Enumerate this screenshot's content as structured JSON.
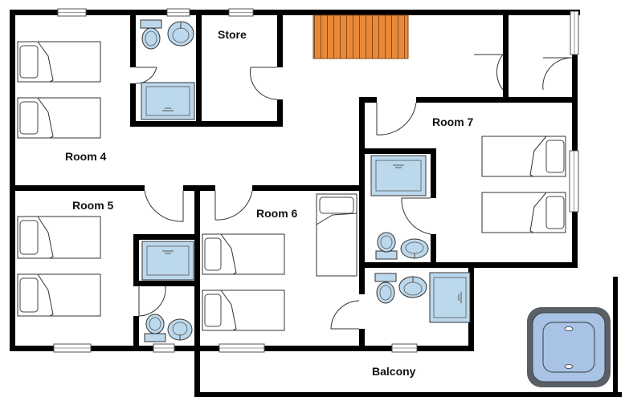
{
  "rooms": {
    "room4": "Room 4",
    "room5": "Room 5",
    "room6": "Room 6",
    "room7": "Room 7",
    "store": "Store",
    "balcony": "Balcony"
  },
  "colors": {
    "wall": "#000000",
    "fixture_fill": "#bcd8ec",
    "stairs": "#e8893a",
    "hot_tub_water": "#a9c3e6",
    "hot_tub_rim": "#5a5f66"
  },
  "fixtures": {
    "beds": "single-bed-icon",
    "double_bed": "double-bed-icon",
    "showers": "shower-tray-icon",
    "toilets": "toilet-icon",
    "sinks": "wash-basin-icon",
    "stairs": "staircase-icon",
    "hot_tub": "hot-tub-icon"
  }
}
